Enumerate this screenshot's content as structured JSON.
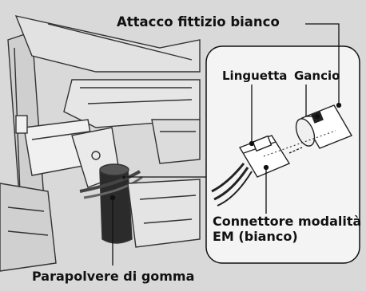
{
  "figure": {
    "labels": {
      "white_dummy_plug": "Attacco fittizio bianco",
      "tab": "Linguetta",
      "hook": "Gancio",
      "em_connector_line1": "Connettore modalità",
      "em_connector_line2": "EM (bianco)",
      "rubber_dust_cover": "Parapolvere di gomma"
    }
  },
  "colors": {
    "panel_background": "#d9d9d9",
    "inset_background": "#f4f4f4",
    "line": "#111111"
  }
}
